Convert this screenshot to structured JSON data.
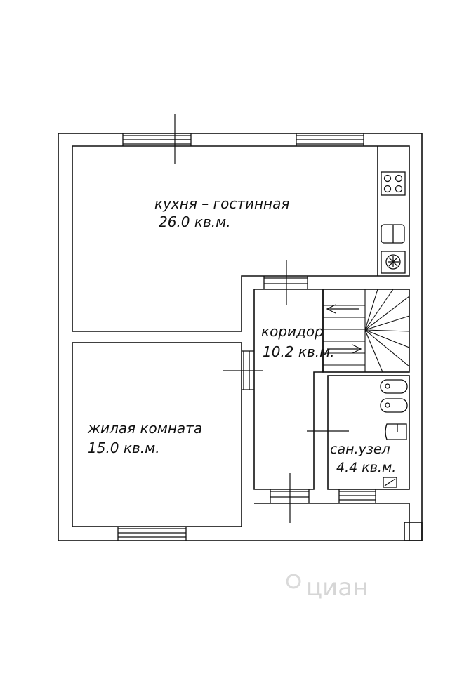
{
  "rooms": {
    "kitchen": {
      "name": "кухня – гостинная",
      "area": "26.0 кв.м."
    },
    "corridor": {
      "name": "коридор",
      "area": "10.2 кв.м."
    },
    "living": {
      "name": "жилая комната",
      "area": "15.0 кв.м."
    },
    "bathroom": {
      "name": "сан.узел",
      "area": "4.4 кв.м."
    }
  },
  "watermark": {
    "text": "циан"
  }
}
